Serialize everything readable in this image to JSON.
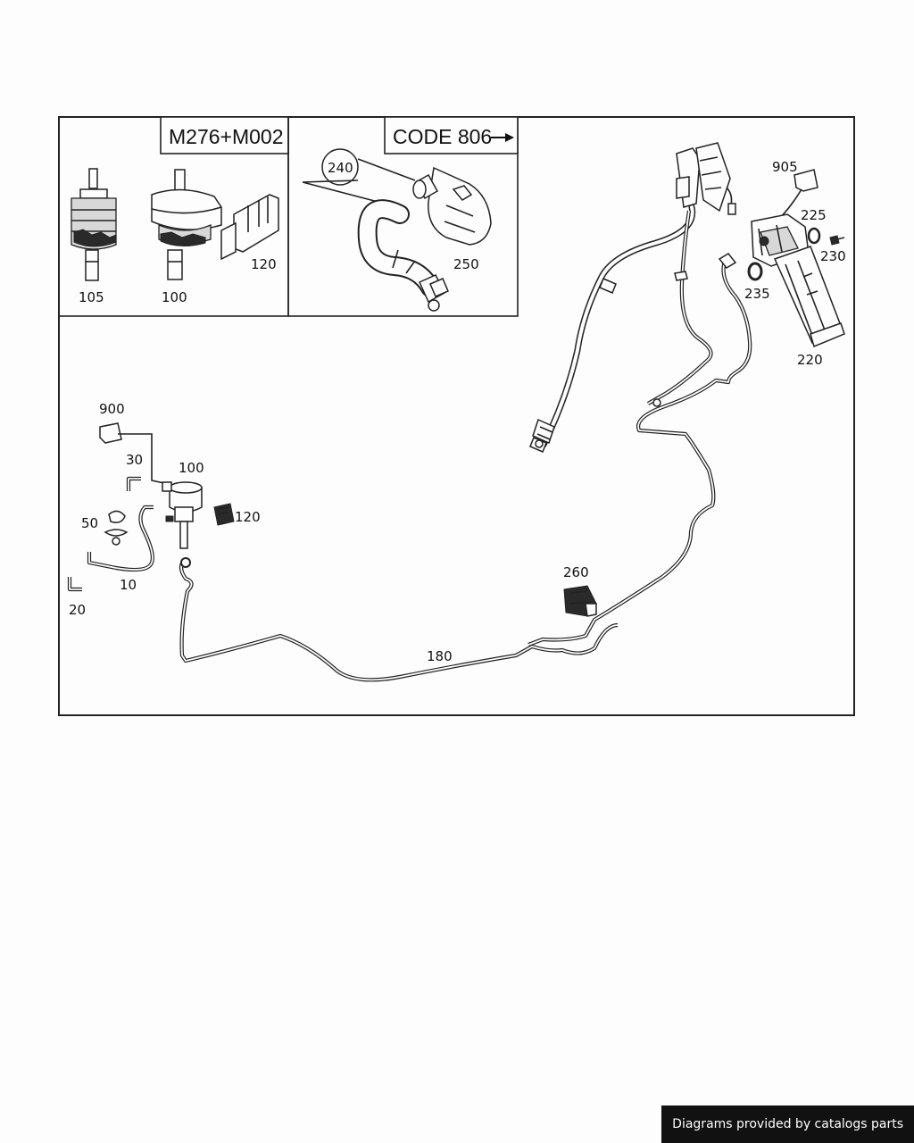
{
  "diagram": {
    "inset_left_header": "M276+M002",
    "inset_right_header": "CODE 806",
    "callouts": {
      "c105": "105",
      "c100_inset": "100",
      "c120_inset": "120",
      "c240": "240",
      "c250": "250",
      "c905": "905",
      "c225": "225",
      "c230": "230",
      "c235": "235",
      "c220": "220",
      "c900": "900",
      "c30": "30",
      "c100": "100",
      "c120": "120",
      "c50": "50",
      "c10": "10",
      "c20": "20",
      "c260": "260",
      "c180": "180"
    },
    "arrow_icon": "right-arrow-icon"
  },
  "footer": {
    "credit": "Diagrams provided by catalogs parts"
  }
}
